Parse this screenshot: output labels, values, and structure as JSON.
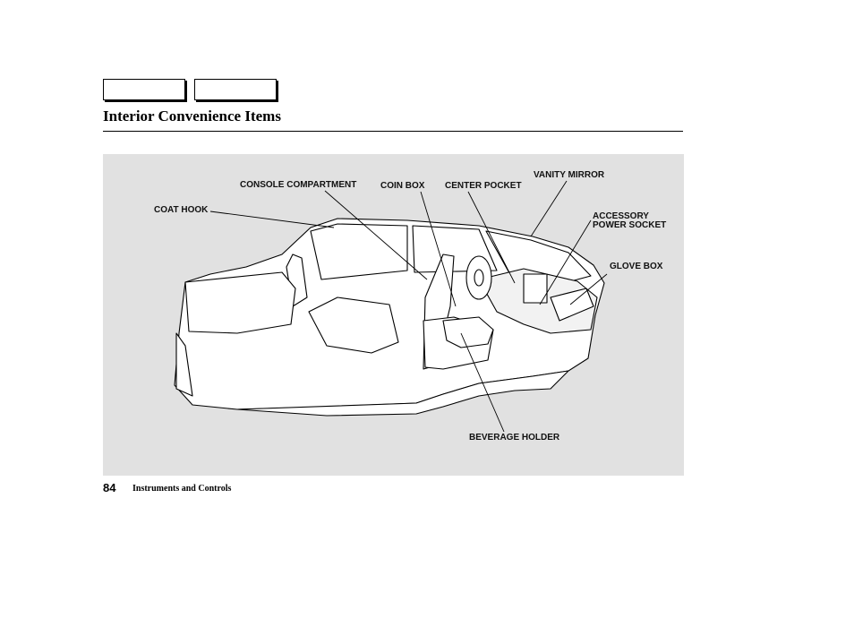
{
  "header": {
    "title": "Interior Convenience Items"
  },
  "figure": {
    "callouts": {
      "coat_hook": "COAT HOOK",
      "console_compartment": "CONSOLE COMPARTMENT",
      "coin_box": "COIN BOX",
      "center_pocket": "CENTER POCKET",
      "vanity_mirror": "VANITY MIRROR",
      "accessory_power_socket_line1": "ACCESSORY",
      "accessory_power_socket_line2": "POWER SOCKET",
      "glove_box": "GLOVE BOX",
      "beverage_holder": "BEVERAGE HOLDER"
    }
  },
  "footer": {
    "page_number": "84",
    "section": "Instruments and Controls"
  }
}
